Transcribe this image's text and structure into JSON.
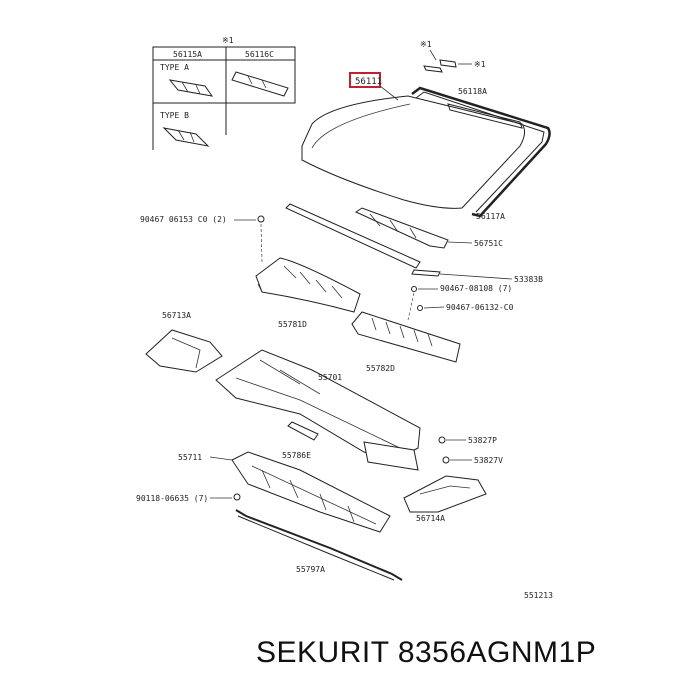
{
  "diagram": {
    "inset": {
      "ref_mark": "※1",
      "header_a": "56115A",
      "header_b": "56116C",
      "type_a": "TYPE  A",
      "type_b": "TYPE  B"
    },
    "labels": {
      "clip_mark_top": "※1",
      "clip_mark_right": "※1",
      "windshield": "56111",
      "molding_top": "56118A",
      "molding_side": "56117A",
      "seal": "56751C",
      "bolt_left": "90467  06153  C0 (2)",
      "part_533": "53383B",
      "clip1": "90467-08108 (7)",
      "clip2": "90467-06132-C0",
      "bracket_left": "56713A",
      "louver_left": "55781D",
      "louver_right": "55782D",
      "cowl_panel": "55701",
      "stop_p": "53827P",
      "stop_v": "53827V",
      "cowl_lower": "55711",
      "pad": "55786E",
      "bolt_lower": "90118-06635 (7)",
      "bracket_right": "56714A",
      "seal_lower": "55797A",
      "diagram_id": "551213"
    }
  },
  "caption": "SEKURIT 8356AGNM1P"
}
